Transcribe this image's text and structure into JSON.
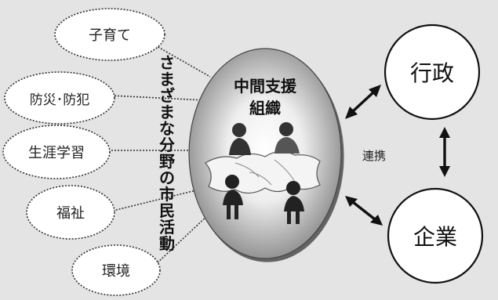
{
  "activities": {
    "childcare": "子育て",
    "disaster_crime_prevention": "防災･防犯",
    "lifelong_learning": "生涯学習",
    "welfare": "福祉",
    "environment": "環境"
  },
  "vertical_label": "さまざまな分野の市民活動",
  "center": {
    "line1": "中間支援",
    "line2": "組織"
  },
  "partners": {
    "administration": "行政",
    "business": "企業"
  },
  "link_label": "連携",
  "colors": {
    "background": "#e4e4e4",
    "node_fill": "#ffffff",
    "center_light": "#ffffff",
    "center_dark": "#8a8a8a",
    "ink": "#111111"
  }
}
